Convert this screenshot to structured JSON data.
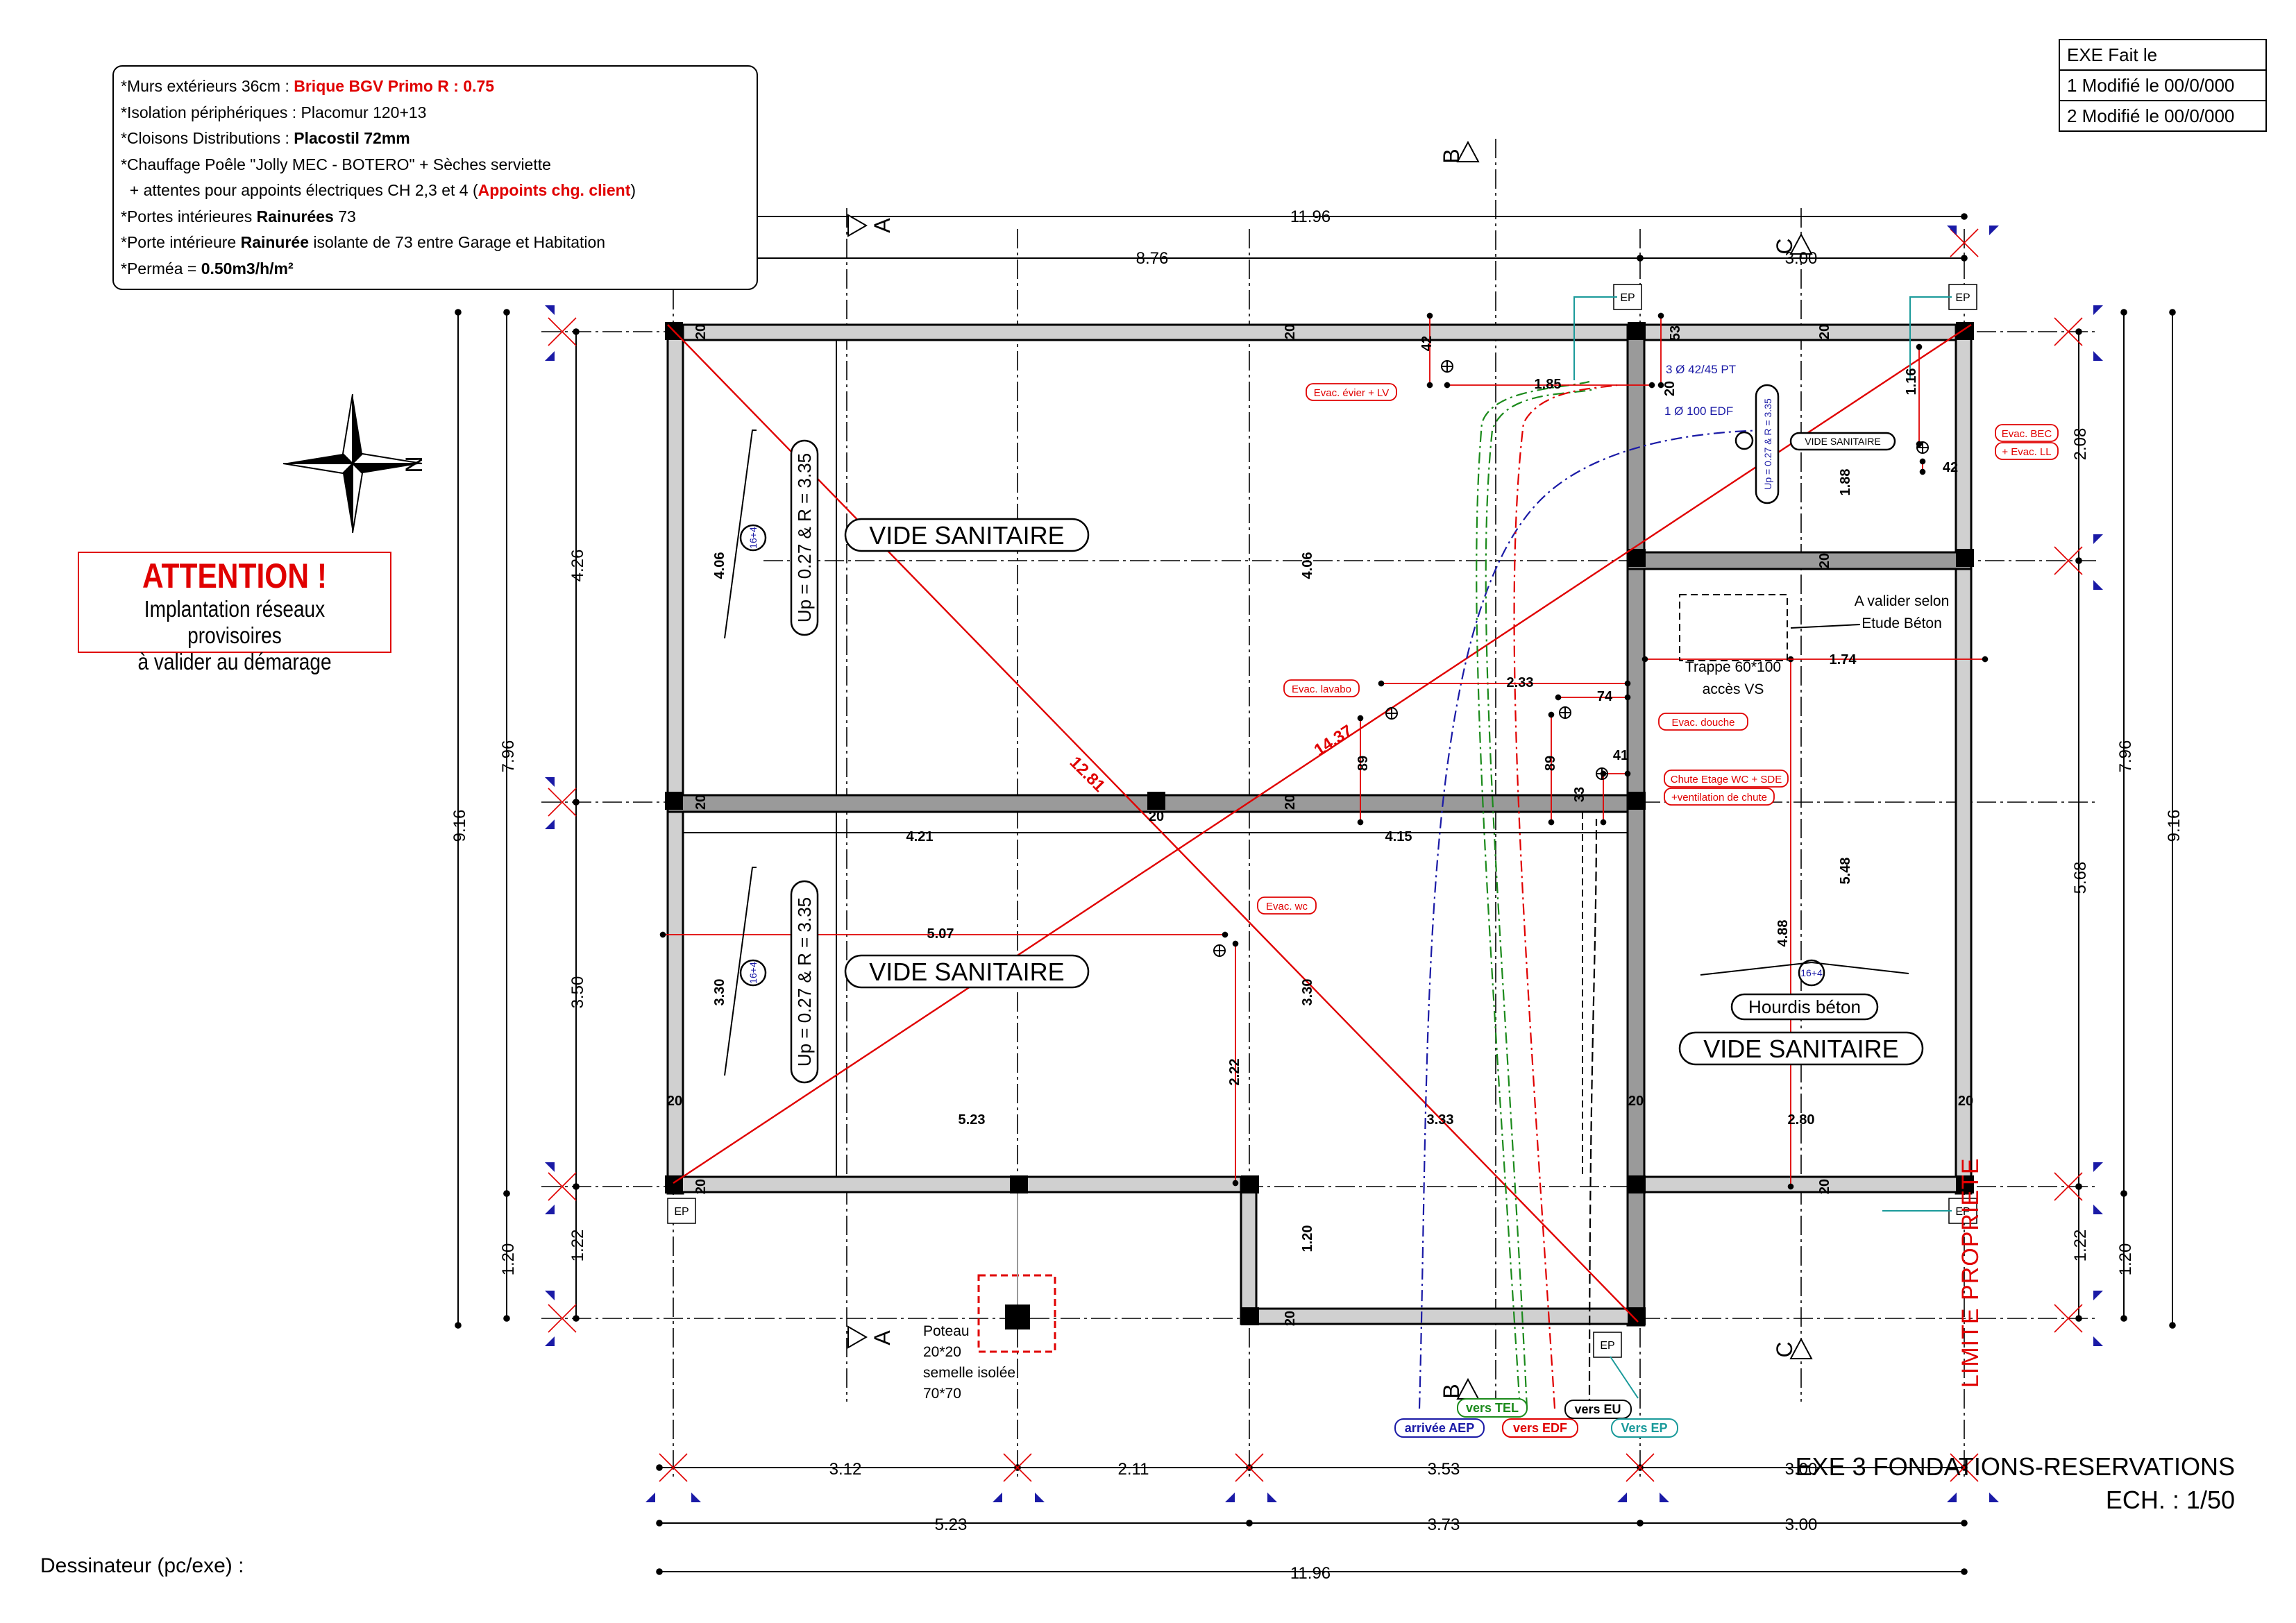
{
  "notes": [
    {
      "label": "*Murs extérieurs 36cm : ",
      "value": "Brique BGV Primo R : 0.75"
    },
    {
      "label": "*Isolation périphériques : Placomur 120+13",
      "value": ""
    },
    {
      "label": "*Cloisons Distributions : ",
      "value": "Placostil 72mm"
    },
    {
      "label": "*Chauffage Poêle \"Jolly MEC - BOTERO\" + Sèches serviette",
      "value": ""
    },
    {
      "label": "  + attentes pour appoints électriques CH 2,3 et 4 (",
      "value": "Appoints chg. client",
      "suffix": ")"
    },
    {
      "label": "*Portes intérieures ",
      "value": "Rainurées",
      "suffix": " 73"
    },
    {
      "label": "*Porte intérieure ",
      "value": "Rainurée",
      "suffix": " isolante de 73 entre Garage et Habitation"
    },
    {
      "label": "*Perméa = ",
      "value": "0.50m3/h/m²"
    }
  ],
  "attention": {
    "title": "ATTENTION !",
    "line1": "Implantation réseaux provisoires",
    "line2": "à valider au démarage"
  },
  "revisions": [
    "EXE Fait le",
    "1 Modifié le 00/0/000",
    "2 Modifié le 00/0/000"
  ],
  "title": "EXE 3 FONDATIONS-RESERVATIONS",
  "scale": "ECH. : 1/50",
  "designer": "Dessinateur (pc/exe) :",
  "limite": "LIMITE PROPRIETE",
  "north": "N",
  "rooms": {
    "vs": "VIDE SANITAIRE",
    "up1": "Up = 0.27 & R = 3.35",
    "up2": "Up = 0.27 & R = 3.35",
    "up3": "Up = 0.27 & R = 3.35",
    "hourdis": "Hourdis béton",
    "slab": "16+4",
    "trappe1": "Trappe 60*100",
    "trappe2": "accès VS",
    "valider1": "A valider selon",
    "valider2": "Etude Béton",
    "poteau": [
      "Poteau",
      "20*20",
      "semelle isolée",
      "70*70"
    ]
  },
  "sections": {
    "a": "A",
    "b": "B",
    "c": "C"
  },
  "dims": {
    "top_total": "11.96",
    "top_8": "8.76",
    "top_3": "3.00",
    "bot1": "3.12",
    "bot2": "2.11",
    "bot3": "3.53",
    "bot4": "3.00",
    "bot5": "5.23",
    "bot6": "3.73",
    "bot7": "3.00",
    "bot_total": "11.96",
    "left_total": "9.16",
    "left_796": "7.96",
    "left_426": "4.26",
    "left_350": "3.50",
    "left_122": "1.22",
    "left_120": "1.20",
    "right_total": "9.16",
    "right_796": "7.96",
    "right_208": "2.08",
    "right_568": "5.68",
    "right_122": "1.22",
    "right_120": "1.20",
    "in_406a": "4.06",
    "in_406b": "4.06",
    "in_330a": "3.30",
    "in_330b": "3.30",
    "in_421": "4.21",
    "in_415": "4.15",
    "in_523": "5.23",
    "in_333": "3.33",
    "in_280": "2.80",
    "in_548": "5.48",
    "in_188": "1.88",
    "in_174": "1.74",
    "in_120": "1.20",
    "w20": "20",
    "diag1": "12.81",
    "diag2": "14.37",
    "r_185": "1.85",
    "r_42a": "42",
    "r_53": "53",
    "r_116": "1.16",
    "r_42b": "42",
    "r_233": "2.33",
    "r_74": "74",
    "r_89a": "89",
    "r_89b": "89",
    "r_41": "41",
    "r_33": "33",
    "r_488": "4.88",
    "r_507": "5.07",
    "r_222": "2.22",
    "r_20": "20"
  },
  "tags": {
    "evier": "Evac. évier + LV",
    "lavabo": "Evac. lavabo",
    "douche": "Evac. douche",
    "chute": "Chute Etage WC + SDE",
    "ventil": "+ventilation de chute",
    "wc": "Evac. wc",
    "bec": "Evac. BEC",
    "ll": "+ Evac. LL",
    "pt": "3 Ø  42/45 PT",
    "edf": "1 Ø  100 EDF"
  },
  "networks": {
    "aep": "arrivée AEP",
    "tel": "vers TEL",
    "edf": "vers EDF",
    "eu": "vers EU",
    "ep": "Vers EP",
    "ep_box": "EP"
  },
  "colors": {
    "red": "#e00000",
    "blue": "#1a1aa6",
    "green": "#1b8a1b",
    "teal": "#1a9a9a",
    "wall": "#bdbdbd"
  }
}
